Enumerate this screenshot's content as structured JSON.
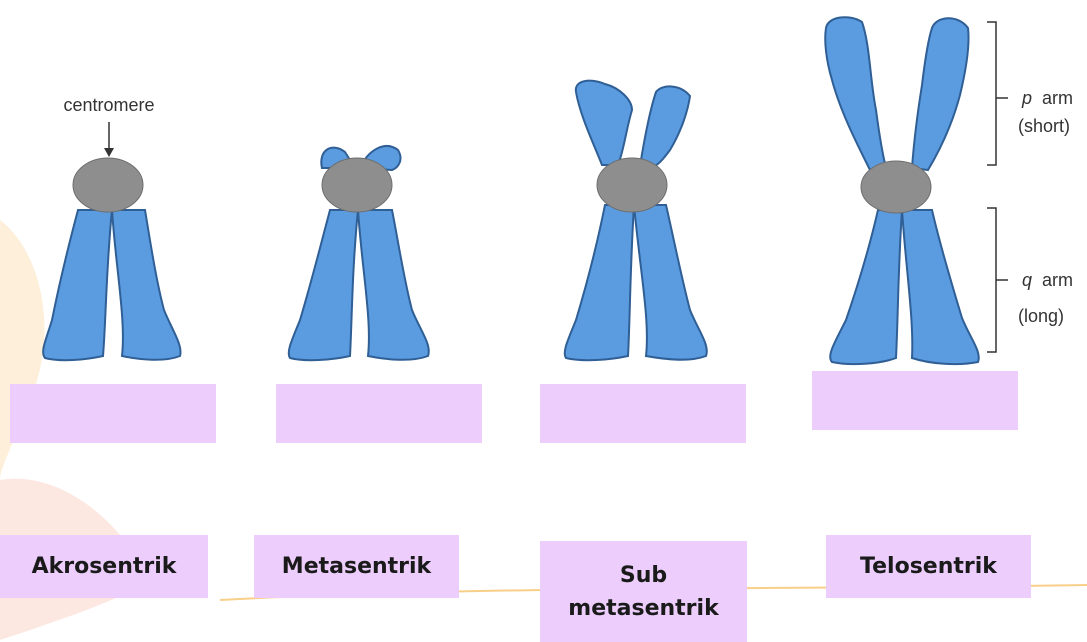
{
  "annotations": {
    "centromere": "centromere",
    "p_arm_letter": "p",
    "p_arm_word": "arm",
    "p_arm_note": "(short)",
    "q_arm_letter": "q",
    "q_arm_word": "arm",
    "q_arm_note": "(long)"
  },
  "labels": {
    "akrosentrik": "Akrosentrik",
    "metasentrik": "Metasentrik",
    "submetasentrik_line1": "Sub",
    "submetasentrik_line2": "metasentrik",
    "telosentrik": "Telosentrik"
  },
  "colors": {
    "chromosome_fill": "#5b9be0",
    "chromosome_stroke": "#2f5f95",
    "centromere_fill": "#8e8e8e",
    "label_background": "#eccdfb",
    "watermark": "#f6a623"
  }
}
